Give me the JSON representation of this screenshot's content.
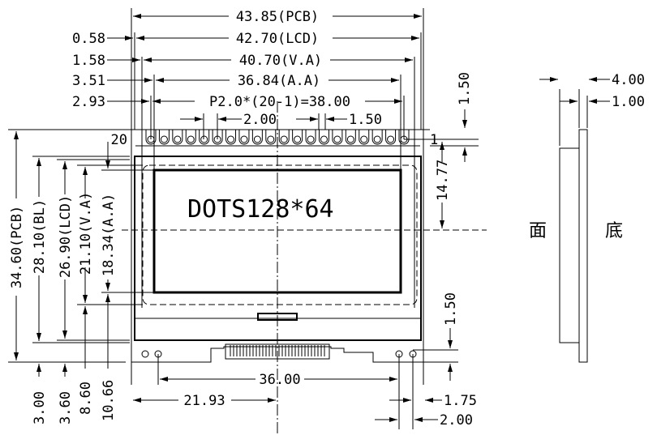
{
  "top_dims": {
    "pcb_width": "43.85(PCB)",
    "lcd_width": "42.70(LCD)",
    "va_width": "40.70(V.A)",
    "aa_width": "36.84(A.A)",
    "pin_span": "P2.0*(20-1)=38.00",
    "pin_pitch": "2.00",
    "pin_pad": "1.50",
    "lcd_offset": "0.58",
    "va_offset": "1.58",
    "aa_offset": "3.51",
    "pin_offset": "2.93"
  },
  "pins": {
    "first": "1",
    "last": "20",
    "count": 20
  },
  "display_label": "DOTS128*64",
  "left_dims": {
    "pcb_height": "34.60(PCB)",
    "bl_height": "28.10(BL)",
    "lcd_height": "26.90(LCD)",
    "va_height": "21.10(V.A)",
    "aa_height": "18.34(A.A)",
    "bl_offset": "3.00",
    "lcd_offset": "3.60",
    "va_offset": "8.60",
    "aa_offset": "10.66"
  },
  "right_dims": {
    "pin_to_edge": "1.50",
    "center_offset": "14.77",
    "hole_to_edge": "1.50"
  },
  "bottom_dims": {
    "hole_span": "36.00",
    "center_from_left": "21.93",
    "hole_edge": "1.75",
    "hole_pitch": "2.00"
  },
  "side_view": {
    "thickness": "4.00",
    "pcb_thickness": "1.00",
    "front_label": "面",
    "back_label": "底"
  }
}
